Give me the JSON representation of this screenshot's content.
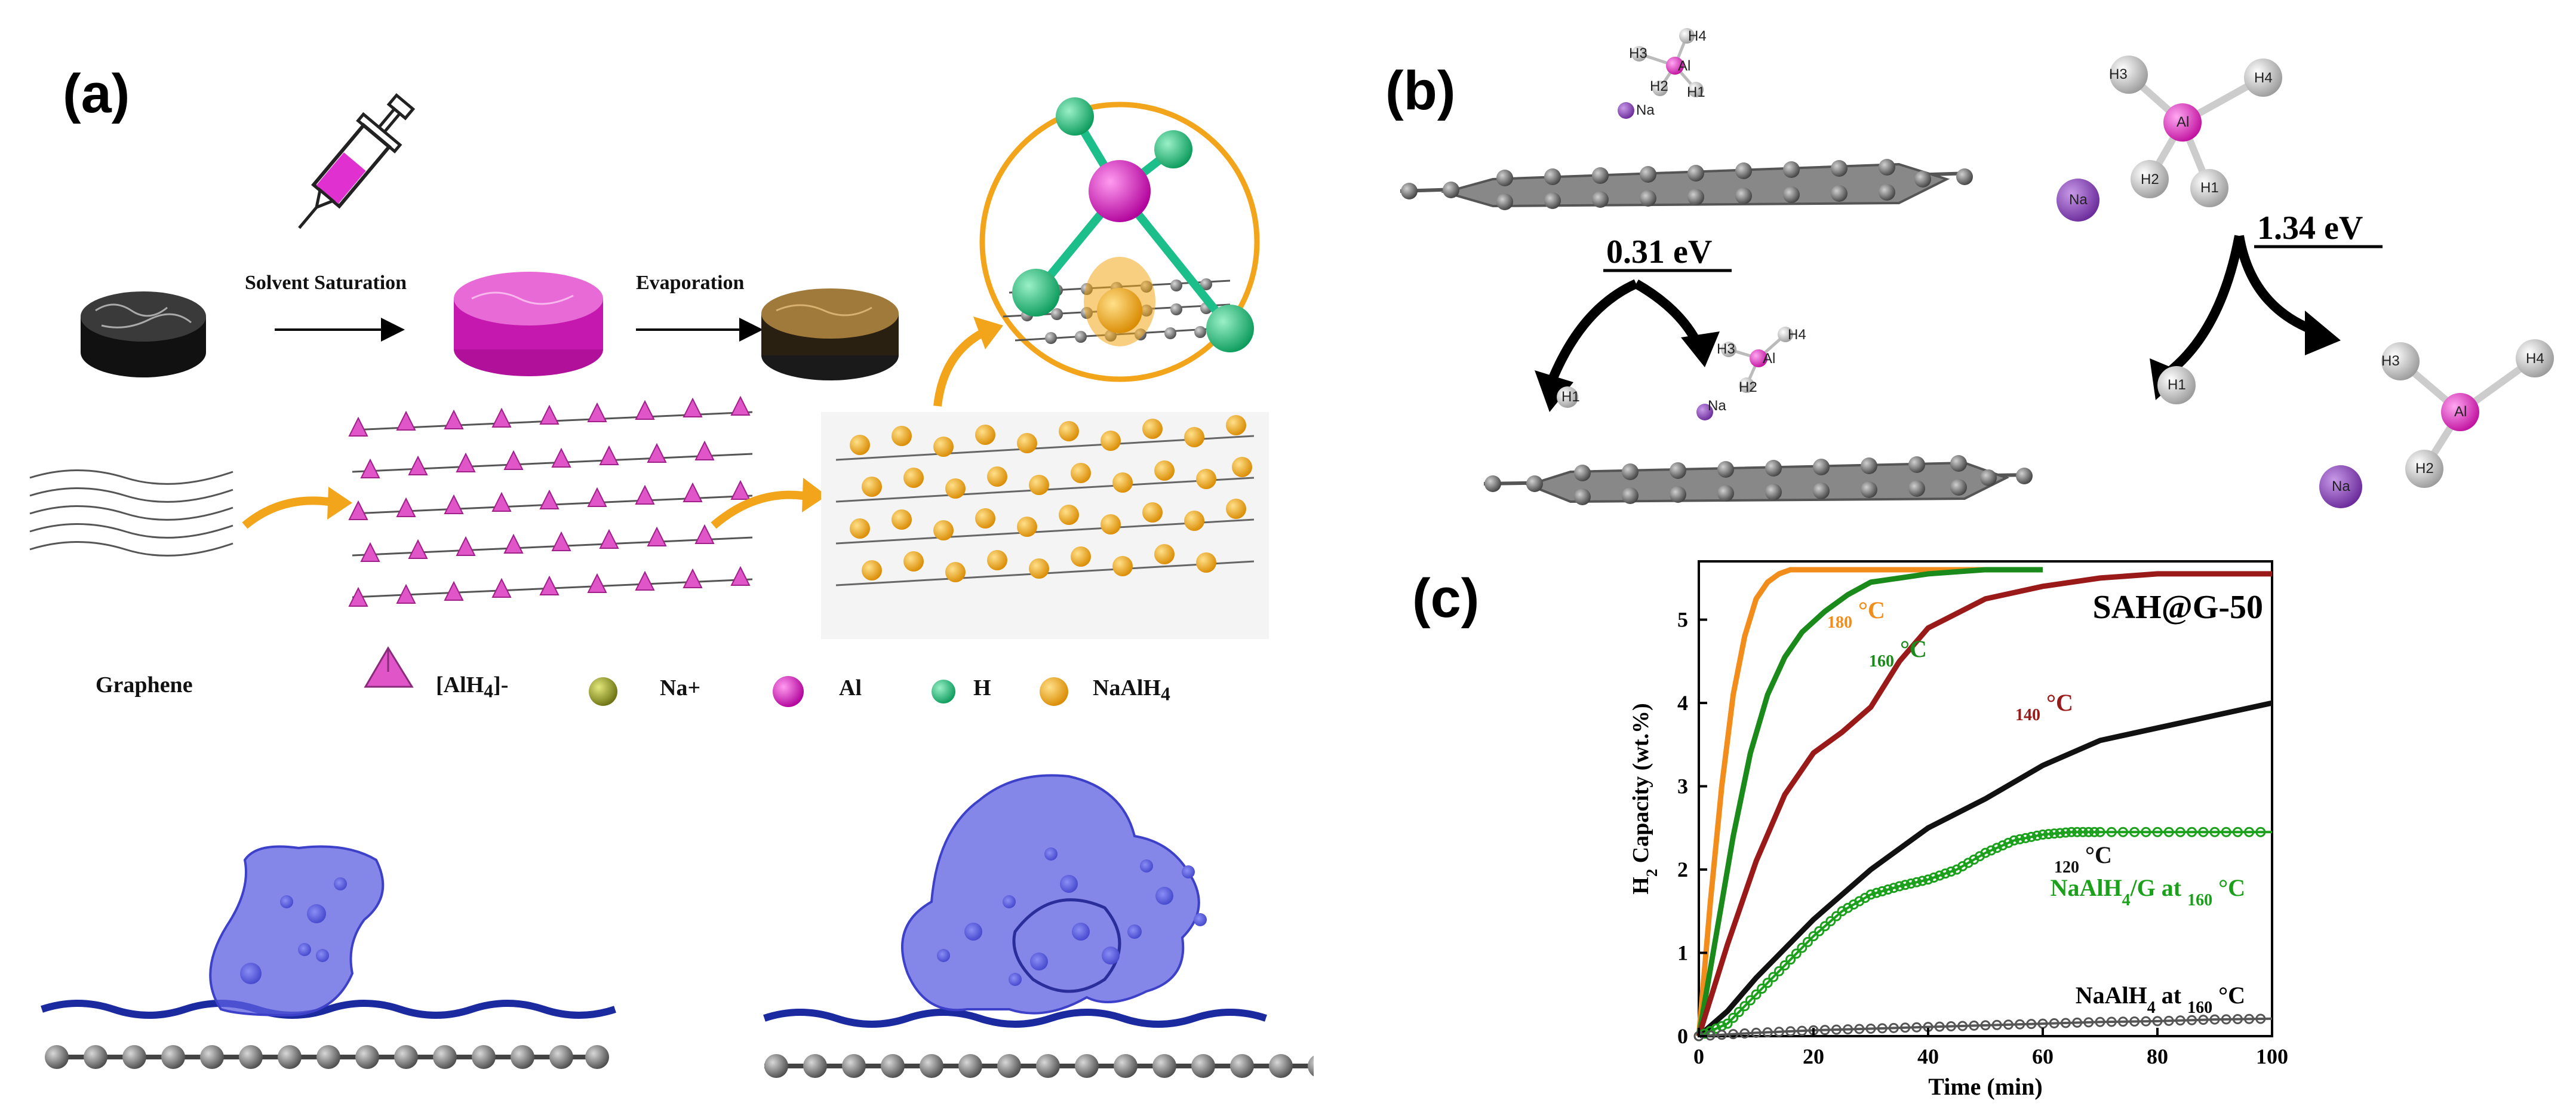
{
  "panels": {
    "a": {
      "label": "(a)",
      "steps": [
        "Solvent Saturation",
        "Evaporation"
      ],
      "legend": {
        "graphene": "Graphene",
        "alh4": "[AlH4]-",
        "na": "Na+",
        "al": "Al",
        "h": "H",
        "naalh4": "NaAlH4"
      }
    },
    "b": {
      "label": "(b)",
      "energy_left": "0.31 eV",
      "energy_right": "1.34 eV",
      "atoms": {
        "h1": "H1",
        "h2": "H2",
        "h3": "H3",
        "h4": "H4",
        "al": "Al",
        "na": "Na"
      }
    },
    "c": {
      "label": "(c)"
    }
  },
  "colors": {
    "graphene": "#7a7a7a",
    "alh4": "#e055c8",
    "na": "#9aa020",
    "al": "#d21fbf",
    "h": "#1cbf7a",
    "naalh4": "#f2a51a",
    "density": "#5b5fe0",
    "c180": "#f28c1a",
    "c160": "#1a8a1a",
    "c140": "#9a1a1a",
    "c120": "#111111",
    "cG": "#1aa01a",
    "cNa": "#555555"
  },
  "chart_data": {
    "type": "line",
    "title": "SAH@G-50",
    "xlabel": "Time (min)",
    "ylabel": "H2 Capacity (wt.%)",
    "xlim": [
      0,
      100
    ],
    "ylim": [
      0,
      5.7
    ],
    "xticks": [
      0,
      20,
      40,
      60,
      80,
      100
    ],
    "yticks": [
      0,
      1,
      2,
      3,
      4,
      5
    ],
    "series": [
      {
        "name": "180 °C",
        "x": [
          0,
          2,
          4,
          6,
          8,
          10,
          12,
          14,
          16,
          20,
          30,
          60
        ],
        "y": [
          0,
          1.6,
          3.0,
          4.1,
          4.8,
          5.25,
          5.45,
          5.55,
          5.6,
          5.6,
          5.6,
          5.6
        ]
      },
      {
        "name": "160 °C",
        "x": [
          0,
          3,
          6,
          9,
          12,
          15,
          18,
          22,
          26,
          30,
          40,
          50,
          60
        ],
        "y": [
          0,
          1.2,
          2.4,
          3.4,
          4.1,
          4.55,
          4.85,
          5.1,
          5.3,
          5.45,
          5.55,
          5.6,
          5.6
        ]
      },
      {
        "name": "140 °C",
        "x": [
          0,
          5,
          10,
          15,
          20,
          25,
          30,
          35,
          40,
          50,
          60,
          70,
          80,
          100
        ],
        "y": [
          0,
          1.1,
          2.1,
          2.9,
          3.4,
          3.65,
          3.95,
          4.5,
          4.9,
          5.25,
          5.4,
          5.5,
          5.55,
          5.55
        ]
      },
      {
        "name": "120 °C",
        "x": [
          0,
          5,
          10,
          20,
          30,
          40,
          50,
          60,
          70,
          80,
          90,
          100
        ],
        "y": [
          0,
          0.3,
          0.7,
          1.4,
          2.0,
          2.5,
          2.85,
          3.25,
          3.55,
          3.7,
          3.85,
          4.0
        ]
      },
      {
        "name": "NaAlH4/G at 160 °C",
        "x": [
          0,
          5,
          10,
          15,
          20,
          25,
          30,
          35,
          40,
          45,
          50,
          55,
          60,
          65,
          70,
          80,
          90,
          100
        ],
        "y": [
          0,
          0.15,
          0.5,
          0.85,
          1.2,
          1.5,
          1.7,
          1.8,
          1.88,
          2.0,
          2.2,
          2.35,
          2.42,
          2.45,
          2.45,
          2.45,
          2.45,
          2.45
        ]
      },
      {
        "name": "NaAlH4 at 160 °C",
        "x": [
          0,
          10,
          20,
          30,
          40,
          50,
          60,
          70,
          80,
          90,
          100
        ],
        "y": [
          0,
          0.04,
          0.07,
          0.09,
          0.11,
          0.13,
          0.15,
          0.17,
          0.18,
          0.2,
          0.21
        ]
      }
    ]
  }
}
